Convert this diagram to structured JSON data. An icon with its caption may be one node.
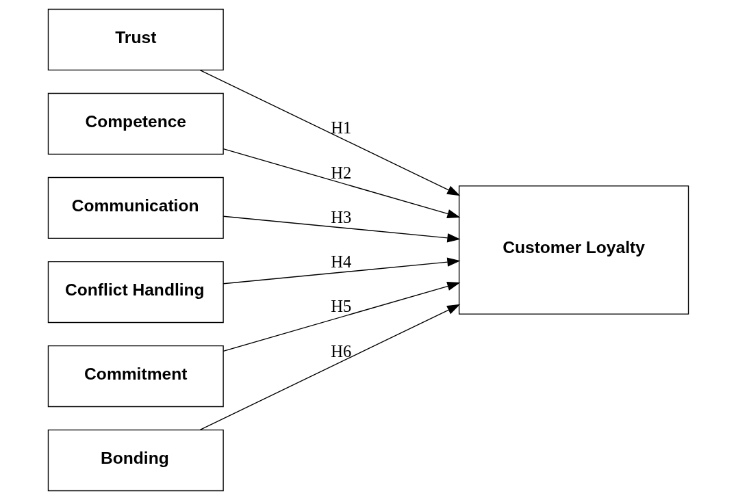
{
  "diagram": {
    "nodes": [
      {
        "text": [
          "Trust"
        ]
      },
      {
        "text": [
          "Competence"
        ]
      },
      {
        "text": [
          "Communication"
        ]
      },
      {
        "text": [
          "Conflict Handling"
        ]
      },
      {
        "text": [
          "Commitment"
        ]
      },
      {
        "text": [
          "Bonding"
        ]
      },
      {
        "text": [
          "Customer Loyalty"
        ]
      }
    ],
    "edges": [
      {
        "from": 0,
        "to": 6,
        "arrow": "to",
        "label": "H1"
      },
      {
        "from": 1,
        "to": 6,
        "arrow": "to",
        "label": "H2"
      },
      {
        "from": 2,
        "to": 6,
        "arrow": "to",
        "label": "H3"
      },
      {
        "from": 3,
        "to": 6,
        "arrow": "to",
        "label": "H4"
      },
      {
        "from": 4,
        "to": 6,
        "arrow": "to",
        "label": "H5"
      },
      {
        "from": 5,
        "to": 6,
        "arrow": "to",
        "label": "H6"
      }
    ]
  }
}
